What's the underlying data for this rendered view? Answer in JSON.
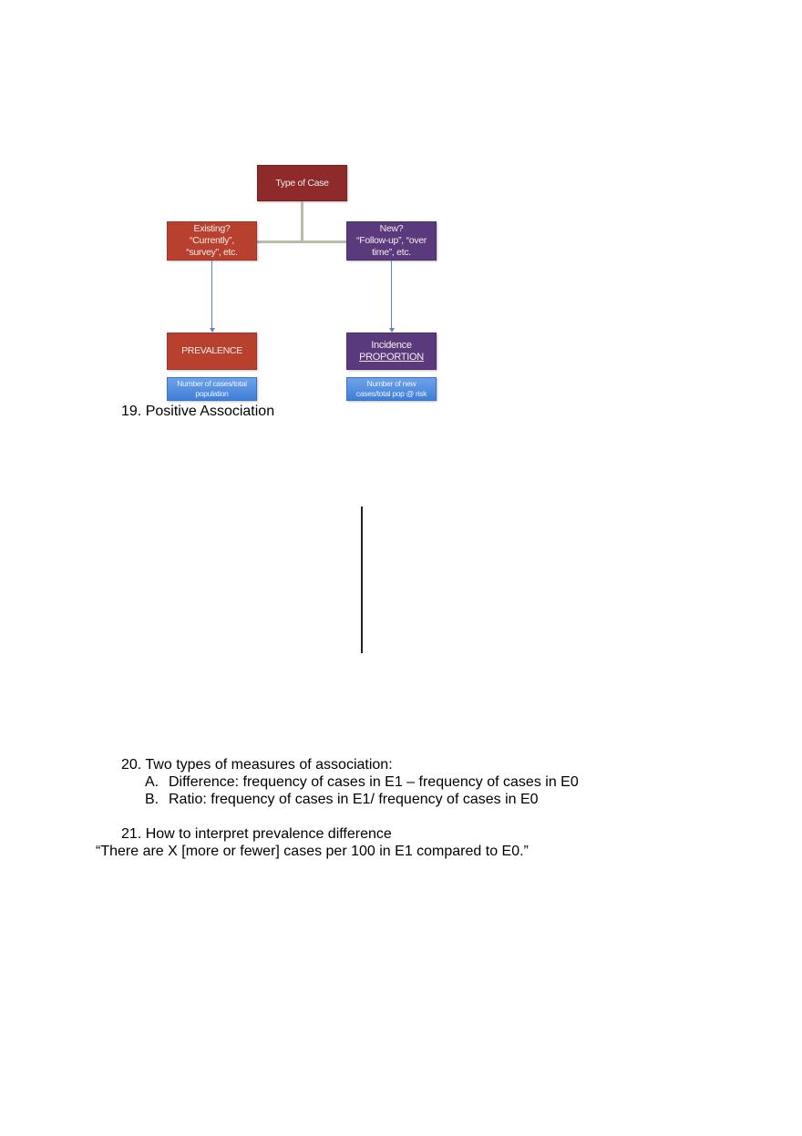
{
  "diagram": {
    "root": {
      "label": "Type of Case"
    },
    "existing": {
      "line1": "Existing?",
      "line2": "“Currently”,",
      "line3": "“survey”, etc."
    },
    "new": {
      "line1": "New?",
      "line2": "“Follow-up”, “over",
      "line3": "time”, etc."
    },
    "prevalence": {
      "label": "PREVALENCE",
      "formula_line1": "Number of cases/total",
      "formula_line2": "population"
    },
    "incidence": {
      "line1": "Incidence",
      "line2": "PROPORTION",
      "formula_line1": "Number of new",
      "formula_line2": "cases/total pop @ risk"
    },
    "colors": {
      "root": "#8f2a2a",
      "existing": "#b8402f",
      "new": "#5a3a7c",
      "formula": "#4f8ee0",
      "connector": "#b9bca8",
      "arrow": "#5b87c9"
    }
  },
  "items": {
    "item19": "19. Positive Association",
    "item20": {
      "heading": "20. Two types of measures of association:",
      "a_marker": "A.",
      "a_text": "Difference:  frequency of cases in E1 – frequency of cases in E0",
      "b_marker": "B.",
      "b_text": "Ratio: frequency of cases in E1/ frequency of cases in E0"
    },
    "item21": {
      "heading": "21. How to interpret prevalence difference",
      "quote": "“There are X [more or fewer] cases per 100 in E1 compared to E0.”"
    }
  }
}
